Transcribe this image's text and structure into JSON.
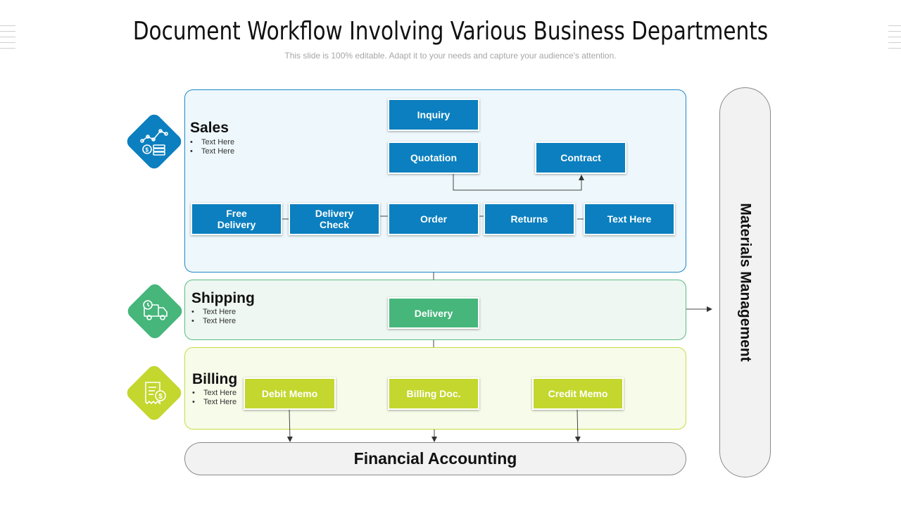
{
  "header": {
    "title": "Document Workflow Involving Various Business Departments",
    "subtitle": "This slide is 100% editable. Adapt it to your needs and capture your audience's attention."
  },
  "sections": {
    "sales": {
      "title": "Sales",
      "bullets": [
        "Text Here",
        "Text Here"
      ],
      "color": "#0b7fbf"
    },
    "shipping": {
      "title": "Shipping",
      "bullets": [
        "Text Here",
        "Text Here"
      ],
      "color": "#46b67b"
    },
    "billing": {
      "title": "Billing",
      "bullets": [
        "Text Here",
        "Text Here"
      ],
      "color": "#c3d72e"
    }
  },
  "sales_boxes": {
    "inquiry": "Inquiry",
    "quotation": "Quotation",
    "contract": "Contract",
    "free_delivery": "Free Delivery",
    "delivery_check": "Delivery Check",
    "order": "Order",
    "returns": "Returns",
    "text_here": "Text Here"
  },
  "shipping_boxes": {
    "delivery": "Delivery"
  },
  "billing_boxes": {
    "debit_memo": "Debit Memo",
    "billing_doc": "Billing Doc.",
    "credit_memo": "Credit Memo"
  },
  "financial_accounting": "Financial Accounting",
  "materials_management": "Materials Management",
  "icons": {
    "sales": "sales-chart-coins-icon",
    "shipping": "delivery-truck-icon",
    "billing": "invoice-dollar-icon"
  }
}
